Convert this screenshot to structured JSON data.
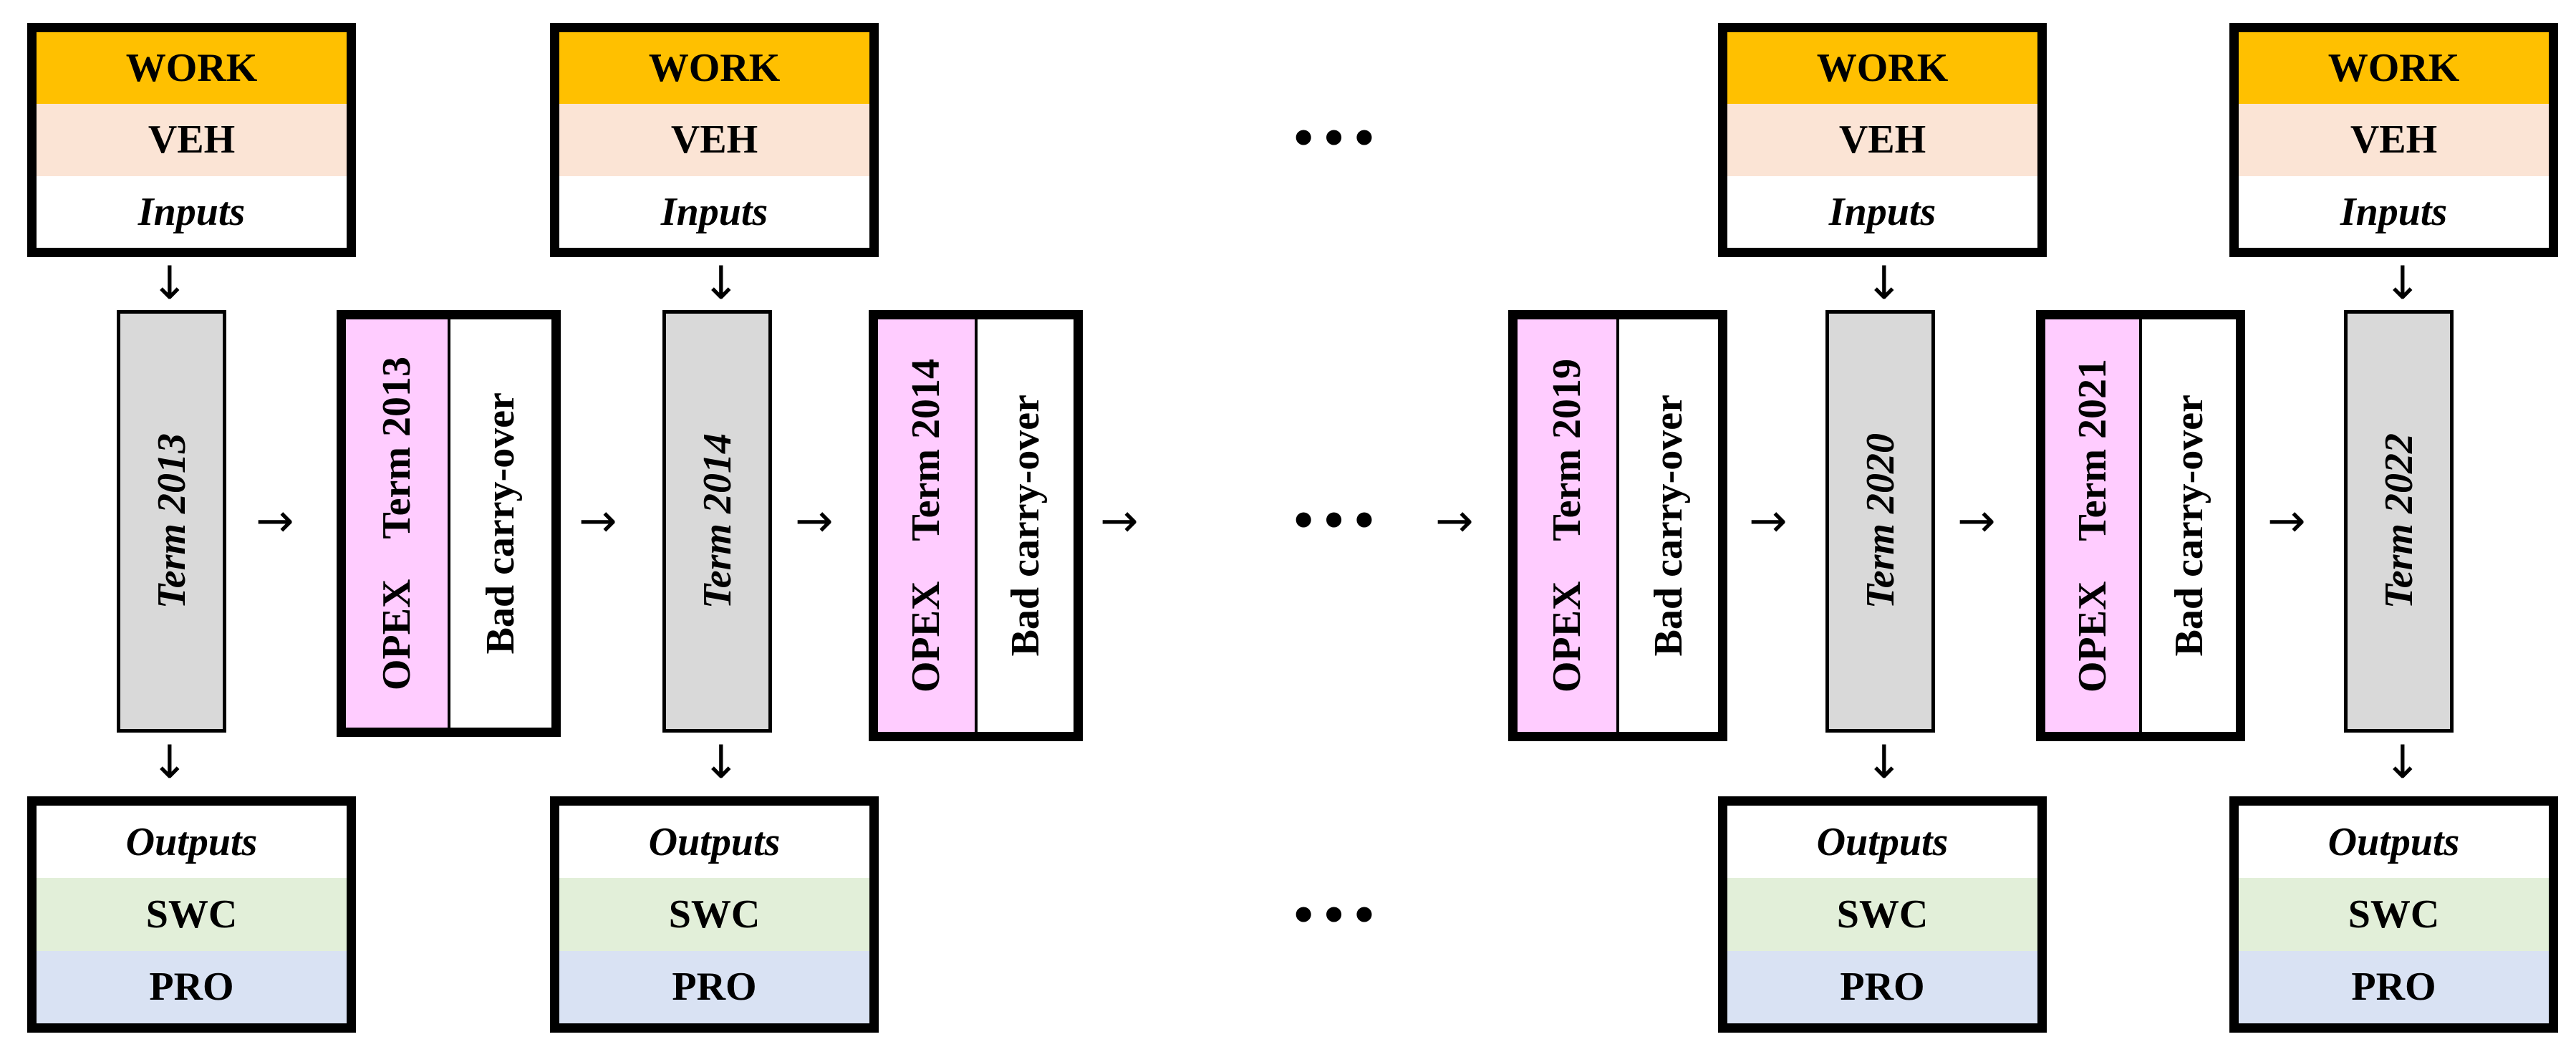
{
  "labels": {
    "work": "WORK",
    "veh": "VEH",
    "inputs": "Inputs",
    "outputs": "Outputs",
    "swc": "SWC",
    "pro": "PRO",
    "opex": "OPEX",
    "bad_carry_over": "Bad carry-over",
    "ellipsis": "•••",
    "arrow_right": "→",
    "arrow_down": "↓"
  },
  "terms": [
    "Term 2013",
    "Term 2014",
    "Term 2020",
    "Term 2022"
  ],
  "opex_terms": [
    "Term 2013",
    "Term 2014",
    "Term 2019",
    "Term 2021"
  ]
}
